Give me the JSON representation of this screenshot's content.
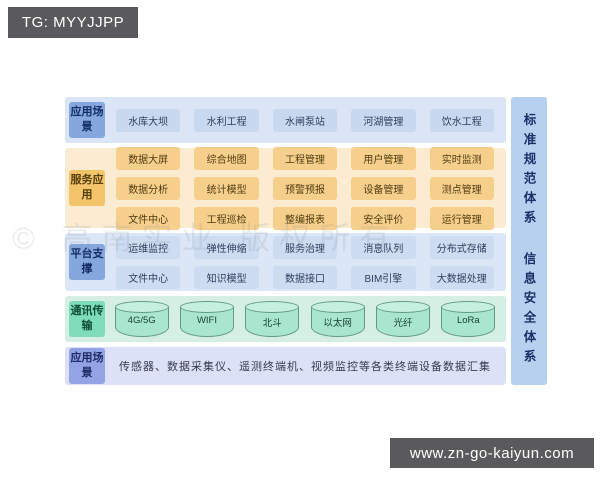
{
  "badges": {
    "top_left": "TG: MYYJJPP",
    "bottom_right": "www.zn-go-kaiyun.com"
  },
  "watermark": "© 高南实业 版权所有",
  "colors": {
    "badge_bg": "#5a5a5c",
    "scene_row_bg": "#dbe5f5",
    "scene_label_bg": "#85a7dd",
    "service_row_bg": "#fbecd1",
    "service_label_bg": "#f3c469",
    "service_item_bg": "#f7cf8d",
    "platform_row_bg": "#dbe6f6",
    "comm_row_bg": "#d5efe4",
    "comm_label_bg": "#7fdcba",
    "cylinder_fill": "#a9e6cf",
    "collect_row_bg": "#dde1f7",
    "collect_label_bg": "#94a3e4",
    "side_bar_bg": "#b7d0ef"
  },
  "diagram": {
    "rows": [
      {
        "label": "应用场景",
        "items": [
          "水库大坝",
          "水利工程",
          "水闸泵站",
          "河湖管理",
          "饮水工程"
        ]
      },
      {
        "label": "服务应用",
        "items": [
          "数据大屏",
          "综合地图",
          "工程管理",
          "用户管理",
          "实时监测",
          "数据分析",
          "统计模型",
          "预警预报",
          "设备管理",
          "测点管理",
          "文件中心",
          "工程巡检",
          "整编报表",
          "安全评价",
          "运行管理"
        ]
      },
      {
        "label": "平台支撑",
        "items": [
          "运维监控",
          "弹性伸缩",
          "服务治理",
          "消息队列",
          "分布式存储",
          "文件中心",
          "知识模型",
          "数据接口",
          "BIM引擎",
          "大数据处理"
        ]
      },
      {
        "label": "通讯传输",
        "items": [
          "4G/5G",
          "WIFI",
          "北斗",
          "以太网",
          "光纤",
          "LoRa"
        ]
      },
      {
        "label": "应用场景",
        "text": "传感器、数据采集仪、遥测终端机、视频监控等各类终端设备数据汇集"
      }
    ],
    "side_bar": [
      "标准规范体系",
      "信息安全体系"
    ]
  }
}
